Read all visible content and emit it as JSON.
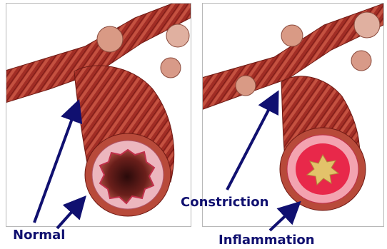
{
  "labels": {
    "normal": "Normal",
    "constriction": "Constriction",
    "inflammation": "Inflammation"
  },
  "colors": {
    "arrow": "#101070",
    "label": "#101070",
    "muscle": "#9e2a22",
    "muscle_light": "#c4523f",
    "mucosa": "#e79aa6",
    "inflamed": "#e8284a",
    "mucus": "#e3c26a",
    "panel_border": "#b8b8b8"
  }
}
